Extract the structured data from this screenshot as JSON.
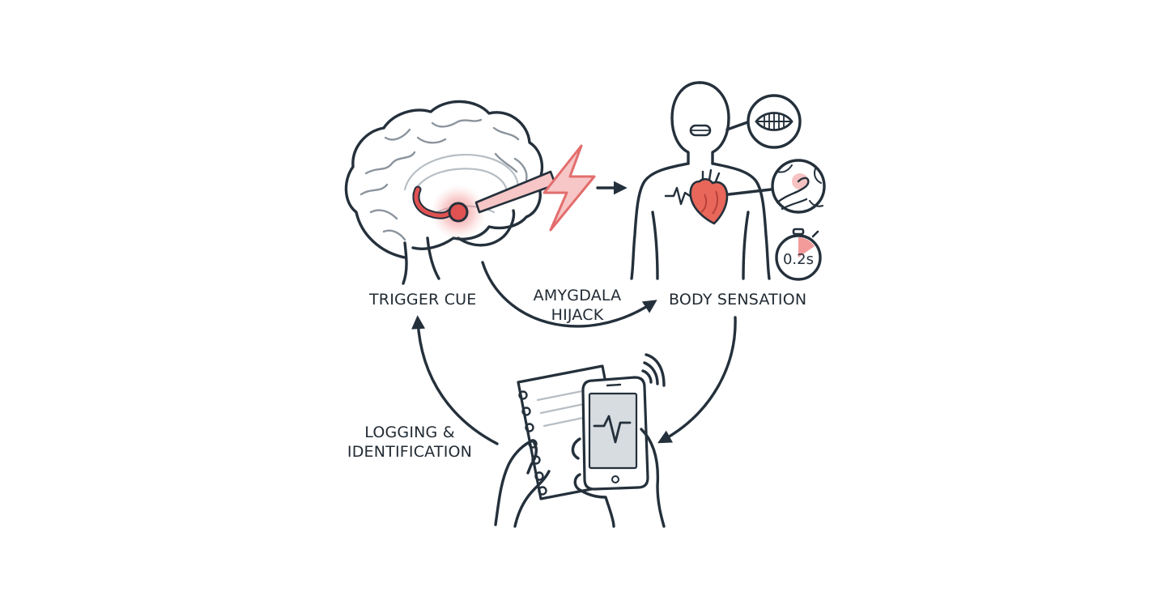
{
  "labels": {
    "trigger": "TRIGGER CUE",
    "hijack_line1": "AMYGDALA",
    "hijack_line2": "HIJACK",
    "body": "BODY SENSATION",
    "logging_line1": "LOGGING &",
    "logging_line2": "IDENTIFICATION"
  },
  "timer": {
    "text": "0.2s"
  },
  "colors": {
    "ink": "#24303b",
    "amygdala_red": "#e05252",
    "glow": "#f4a3a3",
    "bolt_fill": "#f7c6c6",
    "heart": "#e8675a",
    "phone_screen": "#d7dce1",
    "background": "#ffffff"
  },
  "icons": [
    "brain-icon",
    "lightning-bolt-icon",
    "body-outline-icon",
    "heart-icon",
    "mouth-icon",
    "stress-hand-icon",
    "stopwatch-icon",
    "notebook-icon",
    "smartphone-icon",
    "heartbeat-wave-icon",
    "signal-waves-icon"
  ]
}
